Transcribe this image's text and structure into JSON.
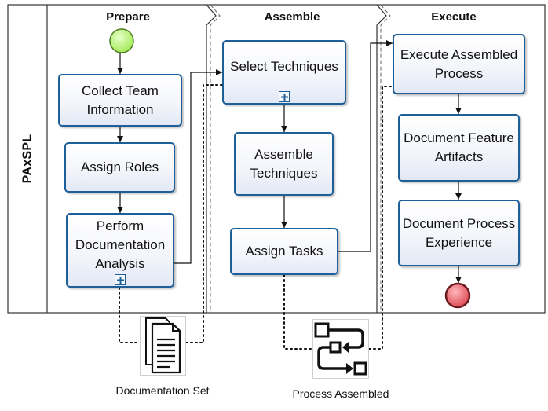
{
  "pool": {
    "label": "PAxSPL"
  },
  "lanes": [
    {
      "title": "Prepare"
    },
    {
      "title": "Assemble"
    },
    {
      "title": "Execute"
    }
  ],
  "tasks": {
    "collect_team_information": "Collect Team Information",
    "assign_roles": "Assign Roles",
    "perform_documentation_analysis": "Perform Documentation Analysis",
    "select_techniques": "Select Techniques",
    "assemble_techniques": "Assemble Techniques",
    "assign_tasks": "Assign Tasks",
    "execute_assembled_process": "Execute Assembled Process",
    "document_feature_artifacts": "Document Feature Artifacts",
    "document_process_experience": "Document Process Experience"
  },
  "artifacts": {
    "documentation_set": "Documentation Set",
    "process_assembled": "Process Assembled"
  },
  "colors": {
    "task_border": "#1f5f99",
    "start_event": "#b7f37c",
    "end_event": "#e8555e",
    "frame": "#333333"
  }
}
